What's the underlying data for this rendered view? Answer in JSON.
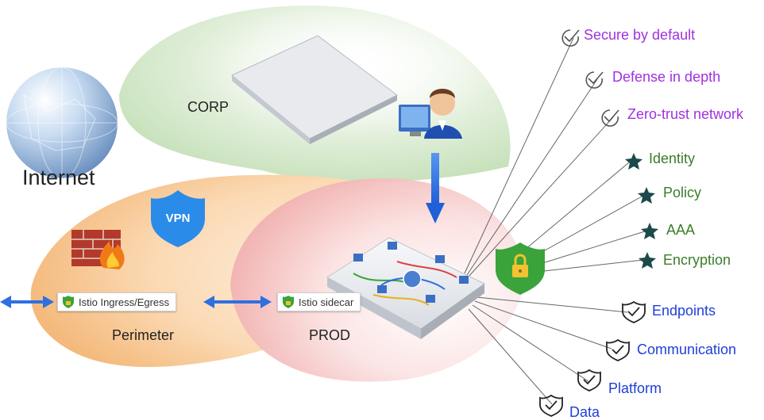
{
  "zones": {
    "internet": "Internet",
    "corp": "CORP",
    "perimeter": "Perimeter",
    "prod": "PROD"
  },
  "badges": {
    "vpn": "VPN"
  },
  "chips": {
    "ingress_egress": "Istio Ingress/Egress",
    "sidecar": "Istio sidecar"
  },
  "principles": [
    "Secure by default",
    "Defense in depth",
    "Zero-trust network"
  ],
  "pillars": [
    "Identity",
    "Policy",
    "AAA",
    "Encryption"
  ],
  "layers": [
    "Endpoints",
    "Communication",
    "Platform",
    "Data"
  ],
  "colors": {
    "principle_text": "#a030e0",
    "pillar_text": "#3a7d2a",
    "layer_text": "#1f3fd8",
    "arrow_blue": "#2f6fe0",
    "lock_shield": "#3aa33a",
    "vpn_shield": "#2b8be8",
    "corp_zone": "#cfe6c4",
    "perimeter_zone": "#f6c48e",
    "prod_zone": "#f2b8b8"
  },
  "icons": {
    "principle_icon": "check-circle-icon",
    "pillar_icon": "star-icon",
    "layer_icon": "shield-check-icon",
    "center_icon": "green-lock-shield-icon"
  }
}
